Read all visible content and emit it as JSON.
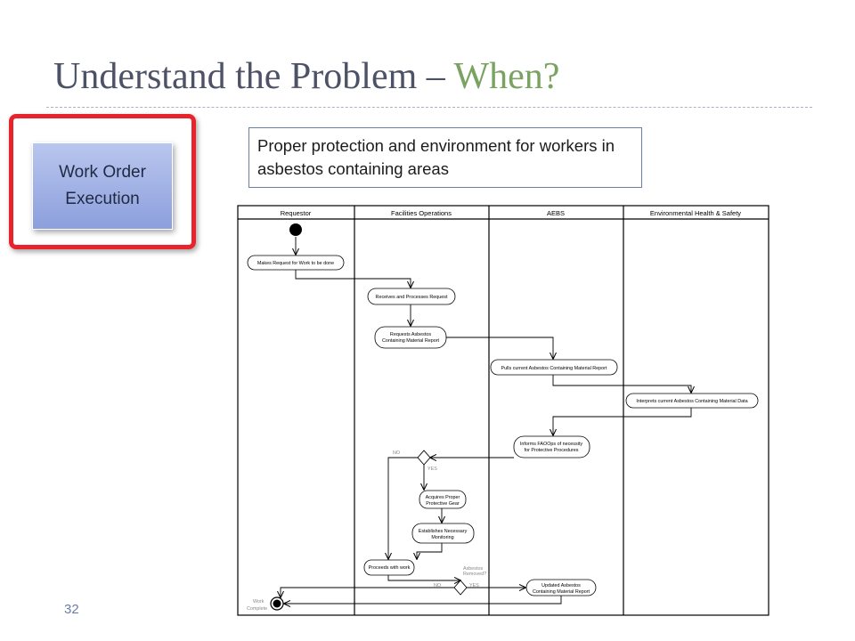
{
  "slide": {
    "title_main": "Understand the Problem – ",
    "title_highlight": "When?",
    "page_number": "32",
    "box_label": "Work Order\nExecution",
    "callout_text": "Proper protection and environment for workers in asbestos containing areas"
  },
  "diagram": {
    "lanes": [
      "Requestor",
      "Facilities Operations",
      "AEBS",
      "Environmental Health & Safety"
    ],
    "act_makes_request": "Makes Request for Work to be done",
    "act_receives": "Receives and Processes Request",
    "act_requests_report_1": "Requests Asbestos",
    "act_requests_report_2": "Containing Material Report",
    "act_pulls_report": "Pulls current Asbestos Containing Material Report",
    "act_interprets": "Interprets current Asbestos Containing Material Data",
    "act_informs_1": "Informs FAOOps of necessity",
    "act_informs_2": "for Protective Procedures",
    "act_acquires_1": "Acquires Proper",
    "act_acquires_2": "Protective Gear",
    "act_establishes_1": "Establishes Necessary",
    "act_establishes_2": "Monitoring",
    "act_proceeds": "Proceeds with work",
    "act_updates_1": "Updated Asbestos",
    "act_updates_2": "Containing Material Report",
    "label_no_1": "NO",
    "label_yes_1": "YES",
    "label_asbestos_removed_1": "Asbestos",
    "label_asbestos_removed_2": "Removed?",
    "label_no_2": "NO",
    "label_yes_2": "YES",
    "label_work_complete_1": "Work",
    "label_work_complete_2": "Complete"
  },
  "colors": {
    "title": "#4d5266",
    "title_highlight": "#7aa362",
    "highlight_border": "#e8232b",
    "box_fill": "#9fb0e6"
  }
}
